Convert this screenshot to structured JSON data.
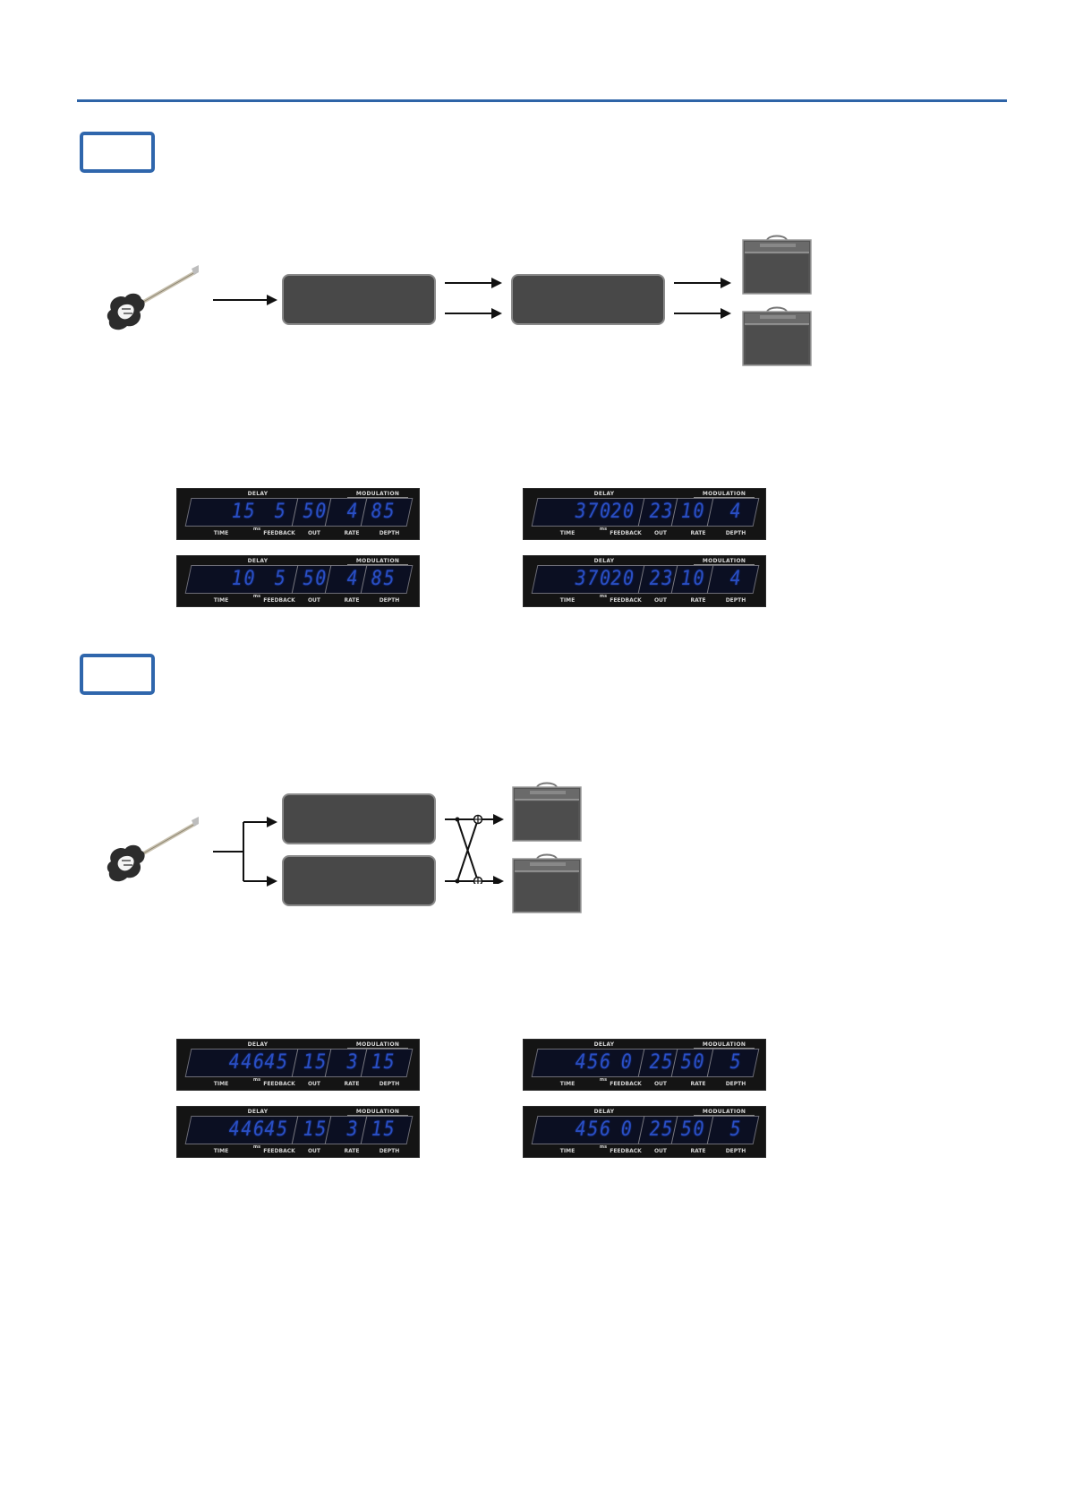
{
  "header": {
    "rule_color": "#2e64a7"
  },
  "section_tags": [
    "",
    ""
  ],
  "diagram1": {
    "guitar_icon": "electric-guitar-icon",
    "amp_icon": "guitar-amp-icon",
    "effect_boxes": [
      "",
      ""
    ]
  },
  "diagram2": {
    "guitar_icon": "electric-guitar-icon",
    "amp_icon": "guitar-amp-icon",
    "effect_boxes": [
      "",
      ""
    ]
  },
  "display_labels": {
    "delay": "DELAY",
    "modulation": "MODULATION",
    "time": "TIME",
    "ms": "ms",
    "feedback": "FEEDBACK",
    "out": "OUT",
    "rate": "RATE",
    "depth": "DEPTH"
  },
  "displays": [
    {
      "time": "15",
      "feedback": "5",
      "out": "50",
      "rate": "4",
      "depth": "85"
    },
    {
      "time": "370",
      "feedback": "20",
      "out": "23",
      "rate": "10",
      "depth": "4"
    },
    {
      "time": "10",
      "feedback": "5",
      "out": "50",
      "rate": "4",
      "depth": "85"
    },
    {
      "time": "370",
      "feedback": "20",
      "out": "23",
      "rate": "10",
      "depth": "4"
    },
    {
      "time": "446",
      "feedback": "45",
      "out": "15",
      "rate": "3",
      "depth": "15"
    },
    {
      "time": "456",
      "feedback": "0",
      "out": "25",
      "rate": "50",
      "depth": "5"
    },
    {
      "time": "446",
      "feedback": "45",
      "out": "15",
      "rate": "3",
      "depth": "15"
    },
    {
      "time": "456",
      "feedback": "0",
      "out": "25",
      "rate": "50",
      "depth": "5"
    }
  ]
}
